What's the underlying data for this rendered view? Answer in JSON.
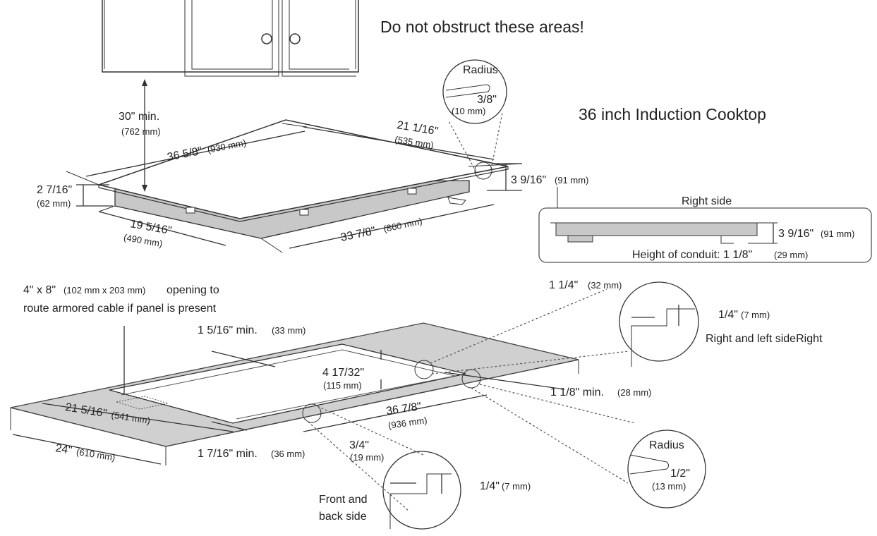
{
  "header": {
    "warning": "Do not obstruct these areas!",
    "title": "36 inch Induction Cooktop"
  },
  "cooktop": {
    "clearance_in": "30\" min.",
    "clearance_mm": "(762 mm)",
    "width_in": "36 5/8\"",
    "width_mm": "(930 mm)",
    "depth_in": "21 1/16\"",
    "depth_mm": "(535 mm)",
    "body_height_in": "2 7/16\"",
    "body_height_mm": "(62 mm)",
    "total_height_in": "3 9/16\"",
    "total_height_mm": "(91 mm)",
    "base_depth_in": "19 5/16\"",
    "base_depth_mm": "(490 mm)",
    "base_width_in": "33 7/8\"",
    "base_width_mm": "(860 mm)"
  },
  "top_radius": {
    "label": "Radius",
    "value_in": "3/8\"",
    "value_mm": "(10 mm)"
  },
  "right_side": {
    "title": "Right side",
    "height_in": "3 9/16\"",
    "height_mm": "(91 mm)",
    "conduit_label": "Height of conduit: 1 1/8\"",
    "conduit_mm": "(29 mm)"
  },
  "opening_note": {
    "line1_a": "4\" x 8\"",
    "line1_b": "(102 mm x 203 mm)",
    "line1_c": "opening to",
    "line2": "route armored cable if panel is present"
  },
  "cutout": {
    "back_min_in": "1 5/16\" min.",
    "back_min_mm": "(33 mm)",
    "depth_in": "4 17/32\"",
    "depth_mm": "(115 mm)",
    "side_min_in": "1 1/8\" min.",
    "side_min_mm": "(28 mm)",
    "width_in": "36 7/8\"",
    "width_mm": "(936 mm)",
    "cut_depth_in": "21 5/16\"",
    "cut_depth_mm": "(541 mm)",
    "front_min_in": "1 7/16\" min.",
    "front_min_mm": "(36 mm)",
    "counter_in": "24\"",
    "counter_mm": "(610 mm)"
  },
  "side_detail": {
    "step_in": "1 1/4\"",
    "step_mm": "(32 mm)",
    "depth_in": "1/4\"",
    "depth_mm": "(7 mm)",
    "caption": "Right and left sideRight"
  },
  "corner_radius": {
    "label": "Radius",
    "value_in": "1/2\"",
    "value_mm": "(13 mm)"
  },
  "front_detail": {
    "step_in": "3/4\"",
    "step_mm": "(19 mm)",
    "depth_in": "1/4\"",
    "depth_mm": "(7 mm)",
    "caption_line1": "Front and",
    "caption_line2": "back side"
  }
}
